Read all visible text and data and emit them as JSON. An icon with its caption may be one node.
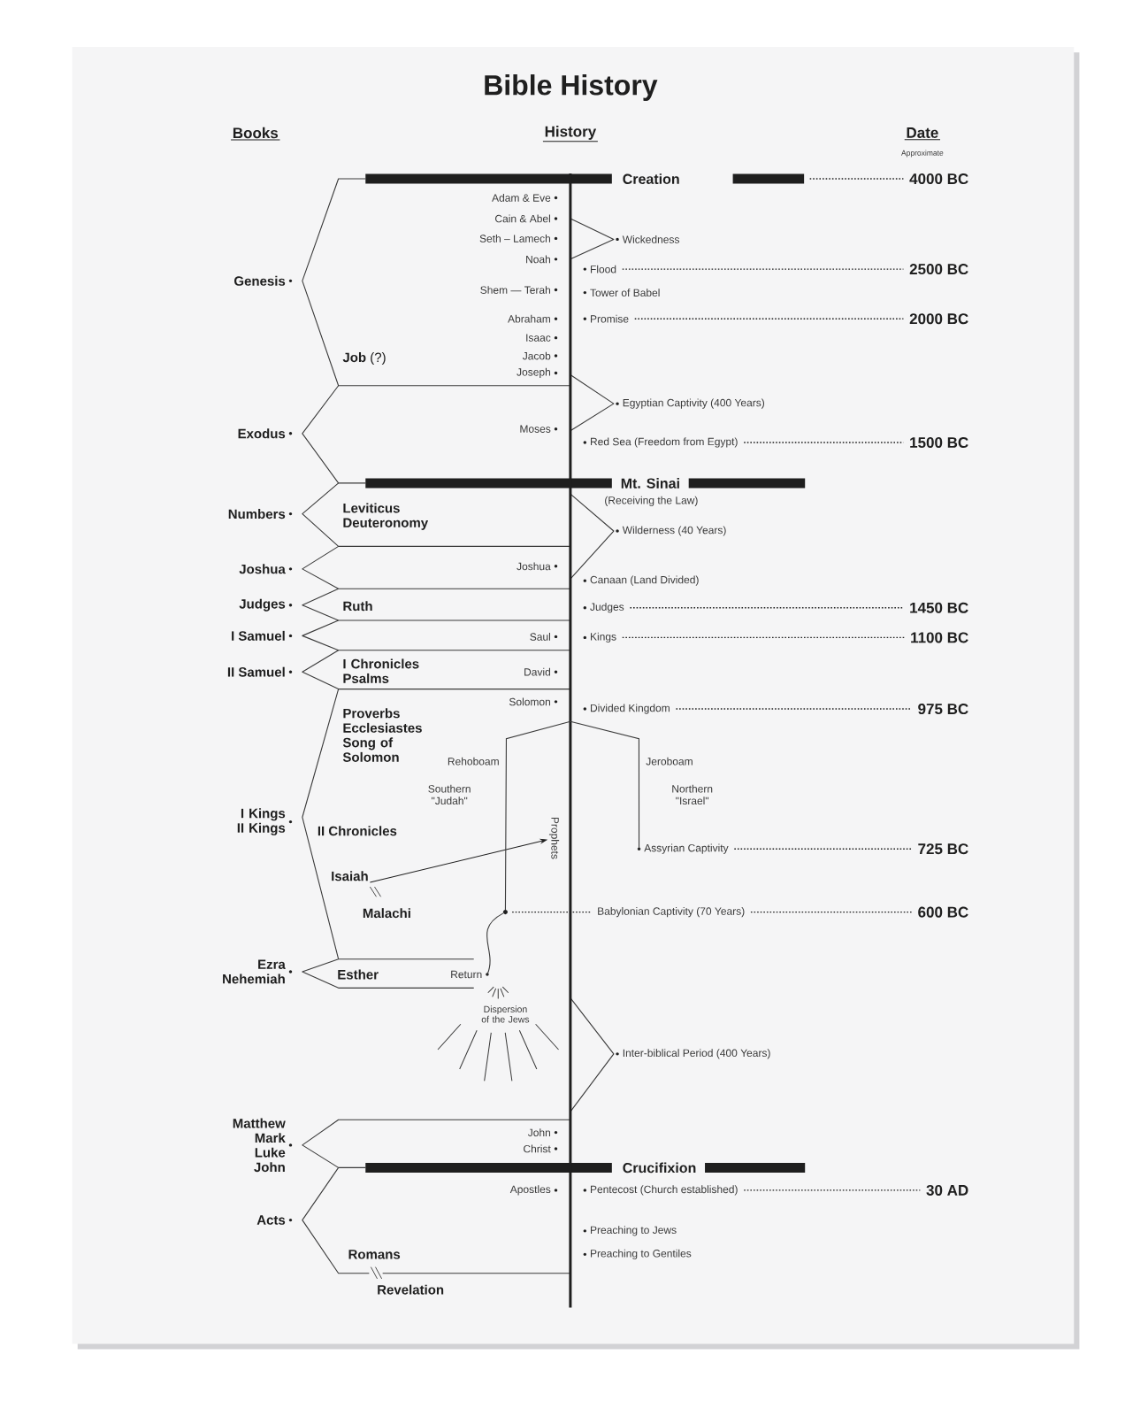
{
  "diagram": {
    "title": "Bible History",
    "nodes": [
      {
        "text": [
          "Creation"
        ]
      },
      {
        "text": [
          "4000 BC"
        ]
      },
      {
        "text": [
          "Flood"
        ]
      },
      {
        "text": [
          "2500 BC"
        ]
      },
      {
        "text": [
          "Promise"
        ]
      },
      {
        "text": [
          "2000 BC"
        ]
      },
      {
        "text": [
          "Red Sea (Freedom from Egypt)"
        ]
      },
      {
        "text": [
          "1500 BC"
        ]
      },
      {
        "text": [
          "Judges"
        ]
      },
      {
        "text": [
          "1450 BC"
        ]
      },
      {
        "text": [
          "Kings"
        ]
      },
      {
        "text": [
          "1100 BC"
        ]
      },
      {
        "text": [
          "Divided Kingdom"
        ]
      },
      {
        "text": [
          "975 BC"
        ]
      },
      {
        "text": [
          "Prophets"
        ]
      },
      {
        "text": [
          "Assyrian Captivity"
        ]
      },
      {
        "text": [
          "725 BC"
        ]
      },
      {
        "text": [
          "Isaiah"
        ]
      },
      {
        "text": [],
        "shape": "circle"
      },
      {
        "text": [
          "Babylonian Captivity (70 Years)"
        ]
      },
      {
        "text": [
          "600 BC"
        ]
      },
      {
        "text": [
          "Return"
        ]
      },
      {
        "text": [
          "Pentecost (Church established)"
        ]
      },
      {
        "text": [
          "30 AD"
        ]
      }
    ],
    "edges": [
      {
        "from": 0,
        "to": 1,
        "arrow": "none",
        "style": "dashed"
      },
      {
        "from": 2,
        "to": 3,
        "arrow": "none",
        "style": "dashed"
      },
      {
        "from": 4,
        "to": 5,
        "arrow": "none",
        "style": "dashed"
      },
      {
        "from": 6,
        "to": 7,
        "arrow": "none",
        "style": "dashed"
      },
      {
        "from": 8,
        "to": 9,
        "arrow": "none",
        "style": "dashed"
      },
      {
        "from": 10,
        "to": 11,
        "arrow": "none",
        "style": "dashed"
      },
      {
        "from": 12,
        "to": 13,
        "arrow": "none",
        "style": "dashed"
      },
      {
        "from": 17,
        "to": 14,
        "arrow": "to"
      },
      {
        "from": 15,
        "to": 16,
        "arrow": "none",
        "style": "dashed"
      },
      {
        "from": 18,
        "to": 19,
        "arrow": "none",
        "style": "dashed"
      },
      {
        "from": 19,
        "to": 20,
        "arrow": "none",
        "style": "dashed"
      },
      {
        "from": 22,
        "to": 23,
        "arrow": "none",
        "style": "dashed"
      },
      {
        "from": null,
        "to": 18,
        "arrow": "none"
      },
      {
        "from": null,
        "to": 15,
        "arrow": "none"
      },
      {
        "from": 18,
        "to": 21,
        "arrow": "none"
      }
    ],
    "labels": [
      "Books",
      "History",
      "Date",
      "Approximate",
      "Adam & Eve",
      "Cain & Abel",
      "Seth – Lamech",
      "Wickedness",
      "Noah",
      "Genesis",
      "Shem — Terah",
      "Tower of Babel",
      "Abraham",
      "Isaac",
      "**Job** (?)",
      "Jacob",
      "Joseph",
      "Egyptian Captivity (400 Years)",
      "Exodus",
      "Moses",
      "Mt. Sinai",
      "(Receiving the Law)",
      "Numbers",
      "Leviticus Deuteronomy",
      "Wilderness (40 Years)",
      "Joshua",
      "Joshua",
      "Canaan (Land Divided)",
      "Judges",
      "Ruth",
      "I Samuel",
      "Saul",
      "II Samuel",
      "I Chronicles Psalms",
      "David",
      "Proverbs Ecclesiastes Song of Solomon",
      "Solomon",
      "Rehoboam",
      "Jeroboam",
      "Southern \"Judah\"",
      "Northern \"Israel\"",
      "I Kings II Kings",
      "II Chronicles",
      "Malachi",
      "Ezra Nehemiah",
      "Esther",
      "Dispersion of the Jews",
      "Inter-biblical Period (400 Years)",
      "Matthew Mark Luke John",
      "John",
      "Christ",
      "Crucifixion",
      "Apostles",
      "Acts",
      "Preaching to Jews",
      "Romans",
      "Preaching to Gentiles",
      "Revelation"
    ]
  }
}
